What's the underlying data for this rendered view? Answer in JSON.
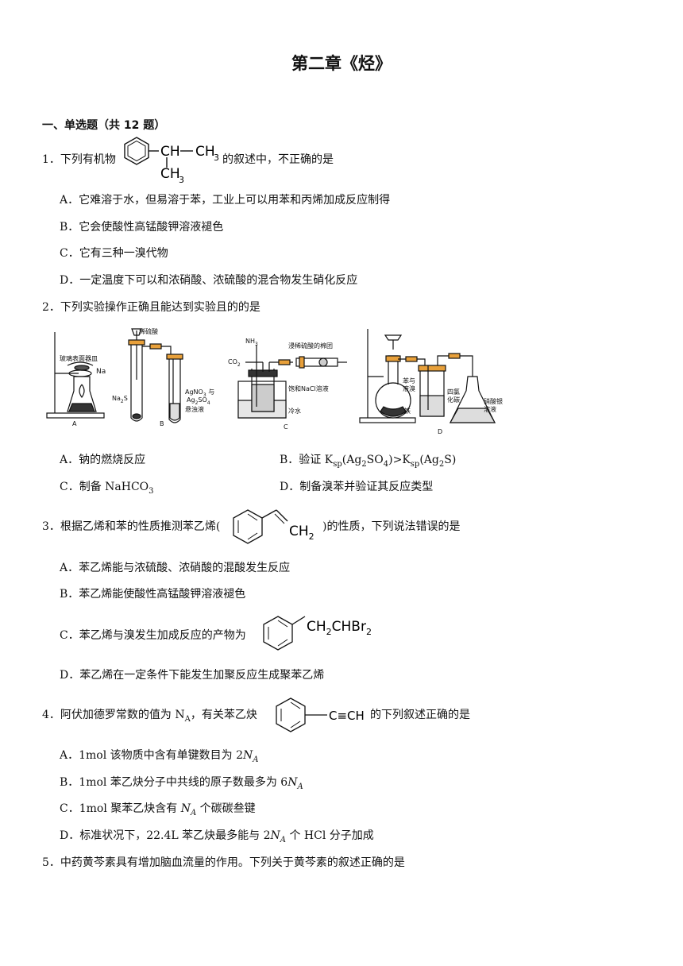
{
  "title": "第二章《烃》",
  "section": "一、单选题（共 12 题）",
  "q1": {
    "pre": "1．下列有机物",
    "post": "的叙述中，不正确的是",
    "mol_ch": "CH",
    "mol_ch3a": "CH",
    "mol_ch3a_sub": "3",
    "mol_ch3b": "CH",
    "mol_ch3b_sub": "3",
    "options": [
      "A．它难溶于水，但易溶于苯，工业上可以用苯和丙烯加成反应制得",
      "B．它会使酸性高锰酸钾溶液褪色",
      "C．它有三种一溴代物",
      "D．一定温度下可以和浓硝酸、浓硫酸的混合物发生硝化反应"
    ]
  },
  "q2": {
    "stem": "2．下列实验操作正确且能达到实验且的的是",
    "fig": {
      "a_glass": "玻璃表面器皿",
      "a_na": "Na",
      "a_label": "A",
      "b_acid": "稀硫酸",
      "b_na2s": "Na",
      "b_na2s_sub": "2",
      "b_na2s_tail": "S",
      "b_ag1": "AgNO",
      "b_ag1_sub": "3",
      "b_ag1_tail": " 与",
      "b_ag2": "Ag",
      "b_ag2_sub": "2",
      "b_ag2_mid": "SO",
      "b_ag2_sub2": "4",
      "b_ag3": "悬浊液",
      "b_label": "B",
      "c_nh3": "NH",
      "c_nh3_sub": "3",
      "c_co2": "CO",
      "c_co2_sub": "2",
      "c_cotton": "浸稀硫酸的棉团",
      "c_nacl": "饱和NaCl溶液",
      "c_water": "冷水",
      "c_label": "C",
      "d_benz1": "苯与",
      "d_benz2": "液溴",
      "d_fe": "铁",
      "d_ccl1": "四氯",
      "d_ccl2": "化碳",
      "d_ag1": "硝酸银",
      "d_ag2": "溶液",
      "d_label": "D"
    },
    "optA": "A．钠的燃烧反应",
    "optB_pre": "B．验证 K",
    "optB_s1": "sp",
    "optB_m1": "(Ag",
    "optB_s2": "2",
    "optB_m2": "SO",
    "optB_s3": "4",
    "optB_m3": ")>K",
    "optB_s4": "sp",
    "optB_m4": "(Ag",
    "optB_s5": "2",
    "optB_m5": "S)",
    "optC_pre": "C．制备 NaHCO",
    "optC_sub": "3",
    "optD": "D．制备溴苯并验证其反应类型"
  },
  "q3": {
    "pre": "3．根据乙烯和苯的性质推测苯乙烯(",
    "mol_text": "CH",
    "mol_sub": "2",
    "post": ")的性质，下列说法错误的是",
    "optA": "A．苯乙烯能与浓硫酸、浓硝酸的混酸发生反应",
    "optB": "B．苯乙烯能使酸性高锰酸钾溶液褪色",
    "optC": "C．苯乙烯与溴发生加成反应的产物为",
    "optC_mol1": "CH",
    "optC_mol1_sub": "2",
    "optC_mol2": "CHBr",
    "optC_mol2_sub": "2",
    "optD": "D．苯乙烯在一定条件下能发生加聚反应生成聚苯乙烯"
  },
  "q4": {
    "pre": "4．阿伏加德罗常数的值为 N",
    "pre_sub": "A",
    "mid": "，有关苯乙炔",
    "mol_text": "C≡CH",
    "post": "的下列叙述正确的是",
    "optA_pre": "A．1mol 该物质中含有单键数目为 2",
    "optB_pre": "B．1mol 苯乙炔分子中共线的原子数最多为 6",
    "optC_pre": "C．1mol 聚苯乙炔含有 ",
    "optC_post": " 个碳碳叁键",
    "optD_pre": "D．标准状况下，22.4L 苯乙炔最多能与 2",
    "optD_post": " 个 HCl 分子加成",
    "na_n": "N",
    "na_a": "A"
  },
  "q5": {
    "stem": "5．中药黄芩素具有增加脑血流量的作用。下列关于黄芩素的叙述正确的是"
  }
}
